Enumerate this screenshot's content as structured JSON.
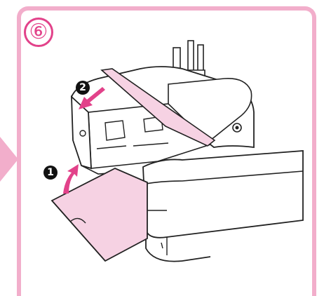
{
  "step": {
    "label": "⑥"
  },
  "badges": [
    {
      "label": "1"
    },
    {
      "label": "2"
    }
  ],
  "colors": {
    "panel_border": "#f2aecb",
    "accent": "#e2428a",
    "cover_fill": "#f6d2e3",
    "outline": "#222222"
  }
}
